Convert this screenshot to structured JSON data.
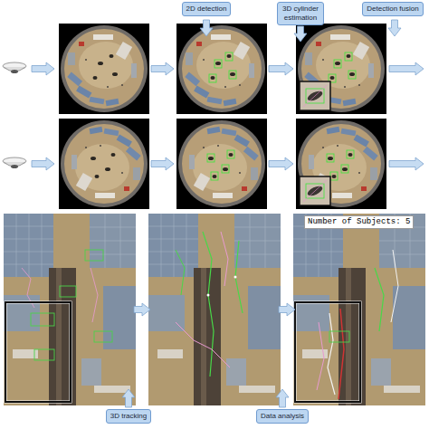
{
  "diagram": {
    "nodes": [
      {
        "text": [
          "2D detection"
        ]
      },
      {
        "text": [
          "3D cylinder estimation"
        ]
      },
      {
        "text": [
          "Detection fusion"
        ]
      },
      {
        "text": [
          "Number of Subjects: 5"
        ]
      },
      {
        "text": [
          "3D tracking"
        ]
      },
      {
        "text": [
          "Data analysis"
        ]
      }
    ]
  }
}
